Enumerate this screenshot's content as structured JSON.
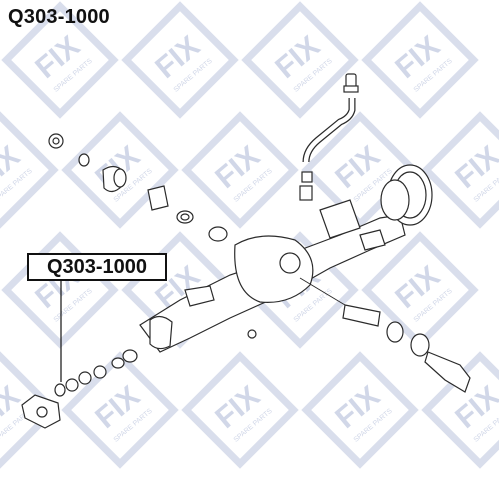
{
  "header": {
    "part_number": "Q303-1000"
  },
  "callout": {
    "label": "Q303-1000"
  },
  "watermark": {
    "brand": "FIX",
    "tagline": "SPARE PARTS",
    "color": "#c9d0e3"
  },
  "colors": {
    "line": "#2b2b2b",
    "grid": "#d7dcea"
  }
}
